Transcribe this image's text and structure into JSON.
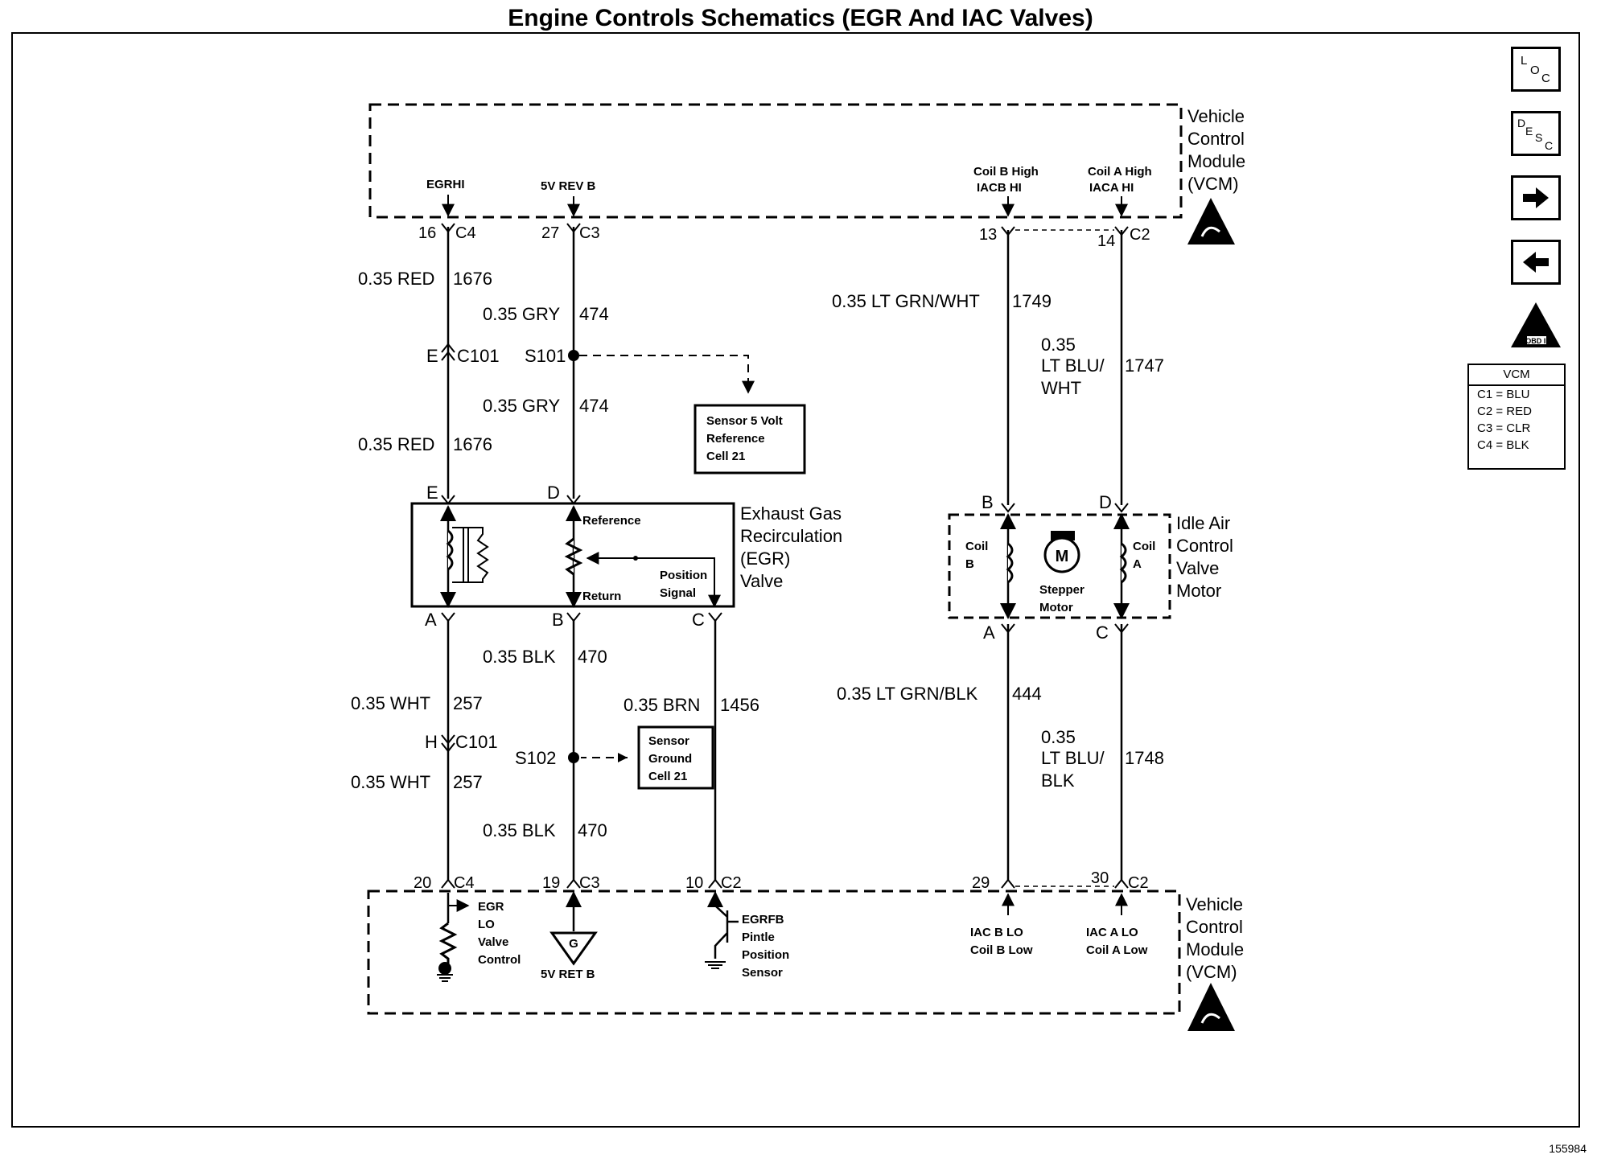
{
  "title": "Engine Controls Schematics (EGR And IAC Valves)",
  "doc_id": "155984",
  "nav": {
    "loc": "LOC",
    "desc": "DESC",
    "next_icon": "right-arrow-icon",
    "prev_icon": "left-arrow-icon",
    "obd": "OBD II"
  },
  "legend": {
    "header": "VCM",
    "rows": [
      "C1 = BLU",
      "C2 = RED",
      "C3 = CLR",
      "C4 = BLK"
    ]
  },
  "vcm_label": [
    "Vehicle",
    "Control",
    "Module",
    "(VCM)"
  ],
  "top_signals": {
    "egrhi": "EGRHI",
    "vrefb": "5V REV B",
    "coilb": [
      "Coil B High",
      "IACB HI"
    ],
    "coila": [
      "Coil A High",
      "IACA HI"
    ]
  },
  "top_pins": {
    "p16": "16",
    "c4": "C4",
    "p27": "27",
    "c3": "C3",
    "p13": "13",
    "p14": "14",
    "c2": "C2"
  },
  "wires": {
    "red": "0.35 RED",
    "red_ckt": "1676",
    "gry": "0.35 GRY",
    "gry_ckt": "474",
    "ltgrnwht": "0.35 LT GRN/WHT",
    "ltgrnwht_ckt": "1749",
    "ltbluwht": [
      "0.35",
      "LT BLU/",
      "WHT"
    ],
    "ltbluwht_ckt": "1747",
    "wht": "0.35 WHT",
    "wht_ckt": "257",
    "blk": "0.35 BLK",
    "blk_ckt": "470",
    "brn": "0.35 BRN",
    "brn_ckt": "1456",
    "ltgrnblk": "0.35 LT GRN/BLK",
    "ltgrnblk_ckt": "444",
    "ltblublk": [
      "0.35",
      "LT BLU/",
      "BLK"
    ],
    "ltblublk_ckt": "1748"
  },
  "connectors": {
    "e": "E",
    "c101": "C101",
    "h": "H",
    "s101": "S101",
    "s102": "S102"
  },
  "sensor5v": [
    "Sensor 5 Volt",
    "Reference",
    "Cell 21"
  ],
  "sensorgnd": [
    "Sensor",
    "Ground",
    "Cell 21"
  ],
  "egr": {
    "pins": {
      "e": "E",
      "d": "D",
      "a": "A",
      "b": "B",
      "c": "C"
    },
    "reference": "Reference",
    "return": "Return",
    "position": [
      "Position",
      "Signal"
    ],
    "label": [
      "Exhaust Gas",
      "Recirculation",
      "(EGR)",
      "Valve"
    ]
  },
  "iac": {
    "pins": {
      "b": "B",
      "d": "D",
      "a": "A",
      "c": "C"
    },
    "coilb": [
      "Coil",
      "B"
    ],
    "coila": [
      "Coil",
      "A"
    ],
    "motor_symbol": "M",
    "stepper": [
      "Stepper",
      "Motor"
    ],
    "label": [
      "Idle Air",
      "Control",
      "Valve",
      "Motor"
    ]
  },
  "bottom_pins": {
    "p20": "20",
    "c4": "C4",
    "p19": "19",
    "c3": "C3",
    "p10": "10",
    "c2a": "C2",
    "p29": "29",
    "p30": "30",
    "c2b": "C2"
  },
  "bottom_signals": {
    "egrlo": [
      "EGR",
      "LO",
      "Valve",
      "Control"
    ],
    "ground_symbol": "G",
    "retb": "5V RET B",
    "egrfb": [
      "EGRFB",
      "Pintle",
      "Position",
      "Sensor"
    ],
    "iacblo": [
      "IAC B LO",
      "Coil B Low"
    ],
    "iacalo": [
      "IAC A LO",
      "Coil A Low"
    ]
  }
}
